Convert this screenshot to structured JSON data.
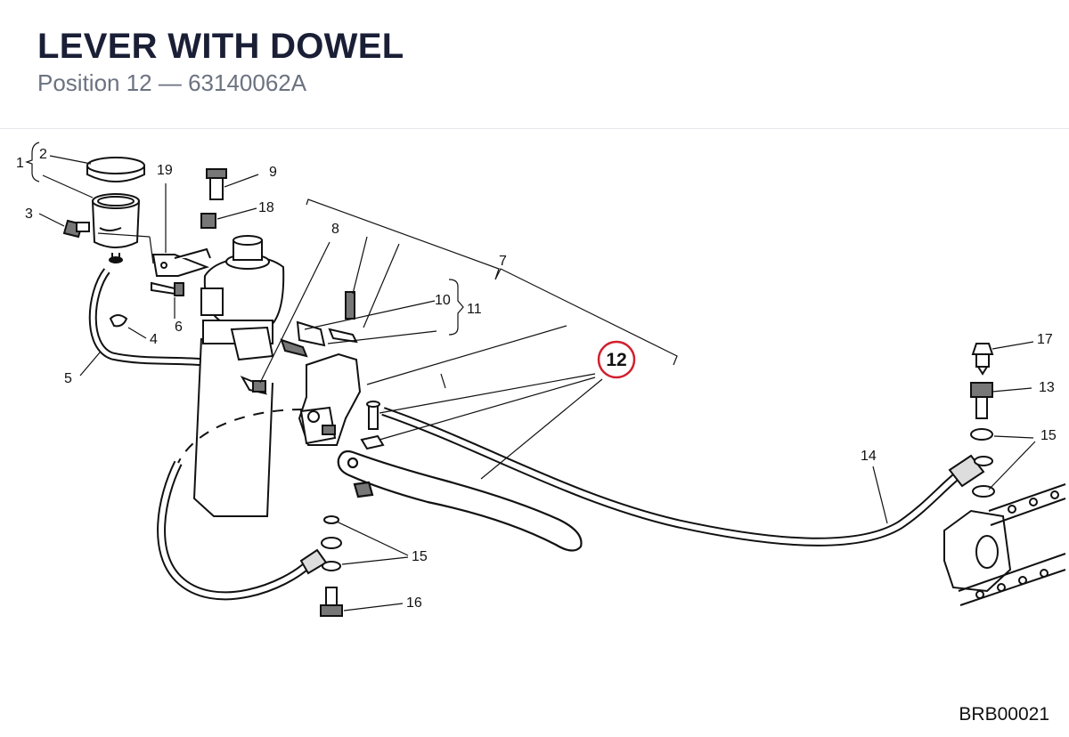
{
  "header": {
    "title": "LEVER WITH DOWEL",
    "subtitle": "Position 12 — 63140062A"
  },
  "diagram": {
    "code": "BRB00021",
    "highlight_color": "#d0202e",
    "highlighted_callout": "12",
    "callouts": {
      "c1": "1",
      "c2": "2",
      "c3": "3",
      "c4": "4",
      "c5": "5",
      "c6": "6",
      "c7": "7",
      "c8": "8",
      "c9": "9",
      "c10": "10",
      "c11": "11",
      "c12": "12",
      "c13": "13",
      "c14": "14",
      "c15a": "15",
      "c15b": "15",
      "c16": "16",
      "c17": "17",
      "c18": "18",
      "c19": "19"
    }
  }
}
